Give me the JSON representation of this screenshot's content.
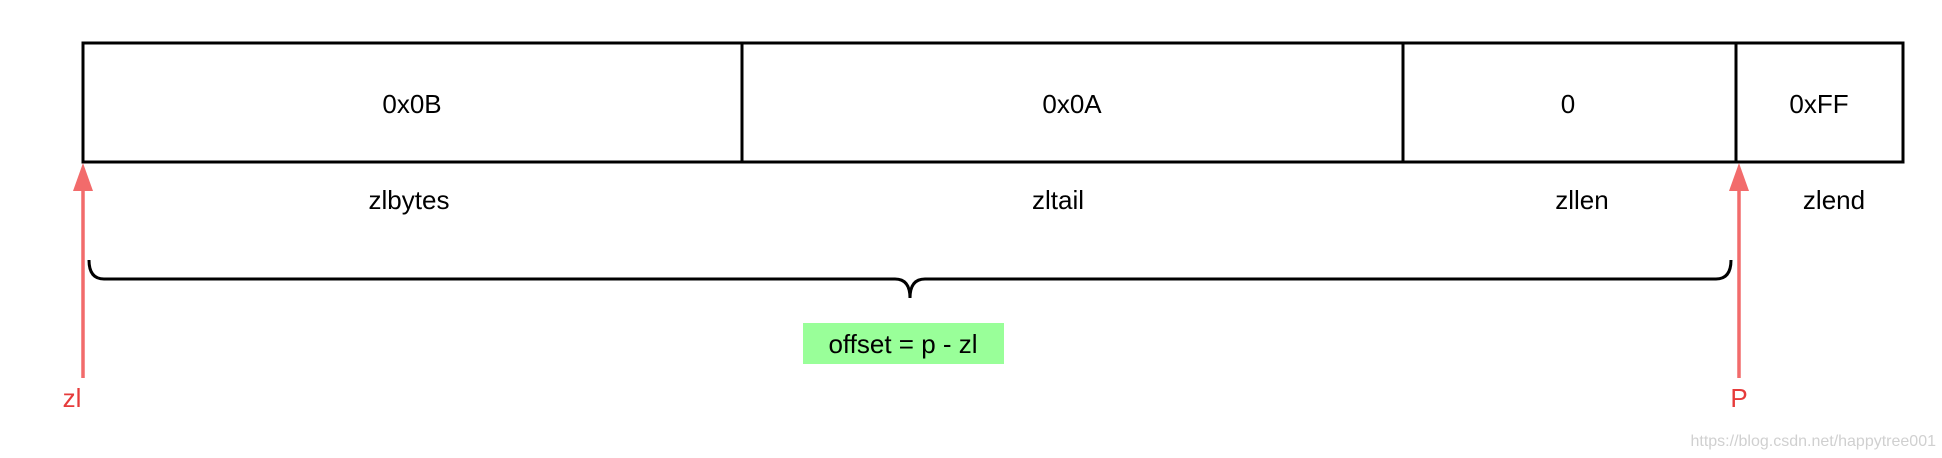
{
  "fields": [
    {
      "value": "0x0B",
      "name": "zlbytes"
    },
    {
      "value": "0x0A",
      "name": "zltail"
    },
    {
      "value": "0",
      "name": "zllen"
    },
    {
      "value": "0xFF",
      "name": "zlend"
    }
  ],
  "pointers": {
    "start": {
      "label": "zl"
    },
    "end": {
      "label": "P"
    }
  },
  "formula": "offset = p - zl",
  "watermark": "https://blog.csdn.net/happytree001",
  "colors": {
    "border": "#000000",
    "arrow": "#f26b6b",
    "pointer_label": "#e63b3b",
    "formula_bg": "#99ff99",
    "watermark": "#d0d0d0"
  }
}
